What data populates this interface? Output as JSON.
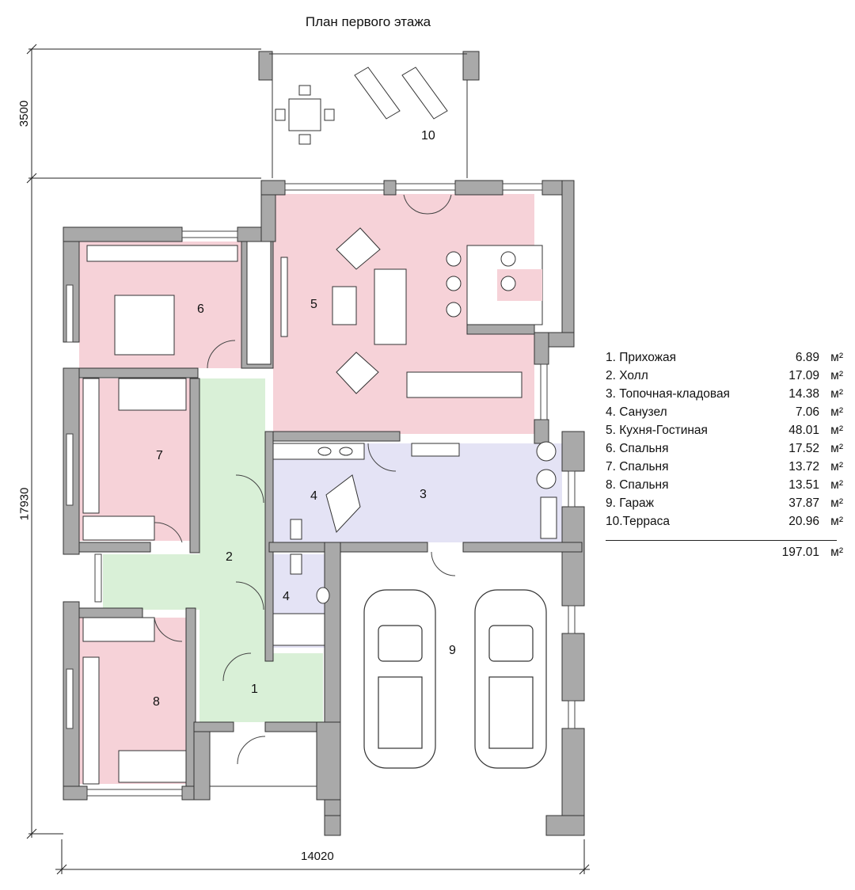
{
  "title": "План первого этажа",
  "dimensions": {
    "terrace_depth": "3500",
    "total_depth": "17930",
    "total_width": "14020"
  },
  "room_labels": [
    "1",
    "2",
    "3",
    "4",
    "4",
    "5",
    "6",
    "7",
    "8",
    "9",
    "10"
  ],
  "legend": {
    "items": [
      {
        "name": "1.  Прихожая",
        "area": "6.89",
        "unit": "м²"
      },
      {
        "name": "2.  Холл",
        "area": "17.09",
        "unit": "м²"
      },
      {
        "name": "3.  Топочная-кладовая",
        "area": "14.38",
        "unit": "м²"
      },
      {
        "name": "4.  Санузел",
        "area": "7.06",
        "unit": "м²"
      },
      {
        "name": "5.  Кухня-Гостиная",
        "area": "48.01",
        "unit": "м²"
      },
      {
        "name": "6.  Спальня",
        "area": "17.52",
        "unit": "м²"
      },
      {
        "name": "7.  Спальня",
        "area": "13.72",
        "unit": "м²"
      },
      {
        "name": "8.  Спальня",
        "area": "13.51",
        "unit": "м²"
      },
      {
        "name": "9.  Гараж",
        "area": "37.87",
        "unit": "м²"
      },
      {
        "name": "10.Терраса",
        "area": "20.96",
        "unit": "м²"
      }
    ],
    "total_area": "197.01",
    "total_unit": "м²"
  },
  "colors": {
    "pink": "#f6d2d8",
    "green": "#d9f0d7",
    "lavender": "#e4e3f5",
    "wall": "#a9a9a9"
  }
}
